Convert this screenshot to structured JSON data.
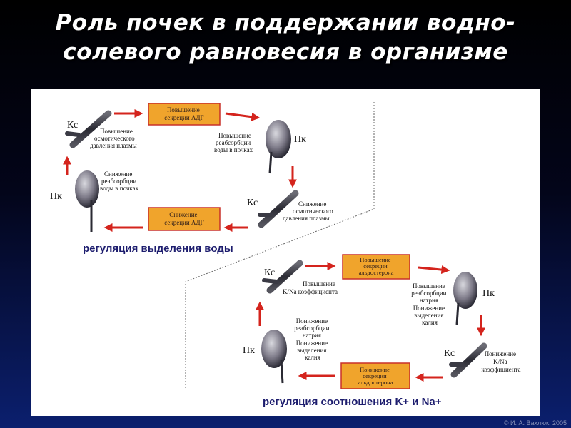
{
  "title": {
    "line1": "Роль почек в поддержании водно-",
    "line2": "солевого равновесия в организме"
  },
  "water": {
    "caption": "регуляция выделения воды",
    "kc_top": "Кс",
    "kc_top_text": [
      "Повышение",
      "осмотического",
      "давления плазмы"
    ],
    "box_increase": [
      "Повышение",
      "секреции АДГ"
    ],
    "pk_right": "Пк",
    "pk_right_text": [
      "Повышение",
      "реабсорбции",
      "воды в почках"
    ],
    "kc_bottom": "Кс",
    "kc_bottom_text": [
      "Снижение",
      "осмотического",
      "давления плазмы"
    ],
    "box_decrease": [
      "Снижение",
      "секреции АДГ"
    ],
    "pk_left": "Пк",
    "pk_left_text": [
      "Снижение",
      "реабсорбции",
      "воды в почках"
    ]
  },
  "salt": {
    "caption": "регуляция соотношения K+ и Na+",
    "kc_top": "Кс",
    "kc_top_text": [
      "Повышение",
      "K/Na коэффициента"
    ],
    "box_increase": [
      "Повышение",
      "секреции",
      "альдостерона"
    ],
    "pk_right": "Пк",
    "pk_right_text": [
      "Повышение",
      "реабсорбции",
      "натрия",
      "Понижение",
      "выделения",
      "калия"
    ],
    "kc_bottom": "Кс",
    "kc_bottom_text": [
      "Понижение",
      "K/Na",
      "коэффициента"
    ],
    "box_decrease": [
      "Понижение",
      "секреции",
      "альдостерона"
    ],
    "pk_left": "Пк",
    "pk_left_text": [
      "Понижение",
      "реабсорбции",
      "натрия",
      "Понижение",
      "выделения",
      "калия"
    ]
  },
  "watermark": "© И. А. Вахлюк, 2005",
  "colors": {
    "arrow": "#d4241d",
    "box_fill": "#f0a42c",
    "box_border": "#c9302a",
    "caption": "#1d1d6e"
  }
}
